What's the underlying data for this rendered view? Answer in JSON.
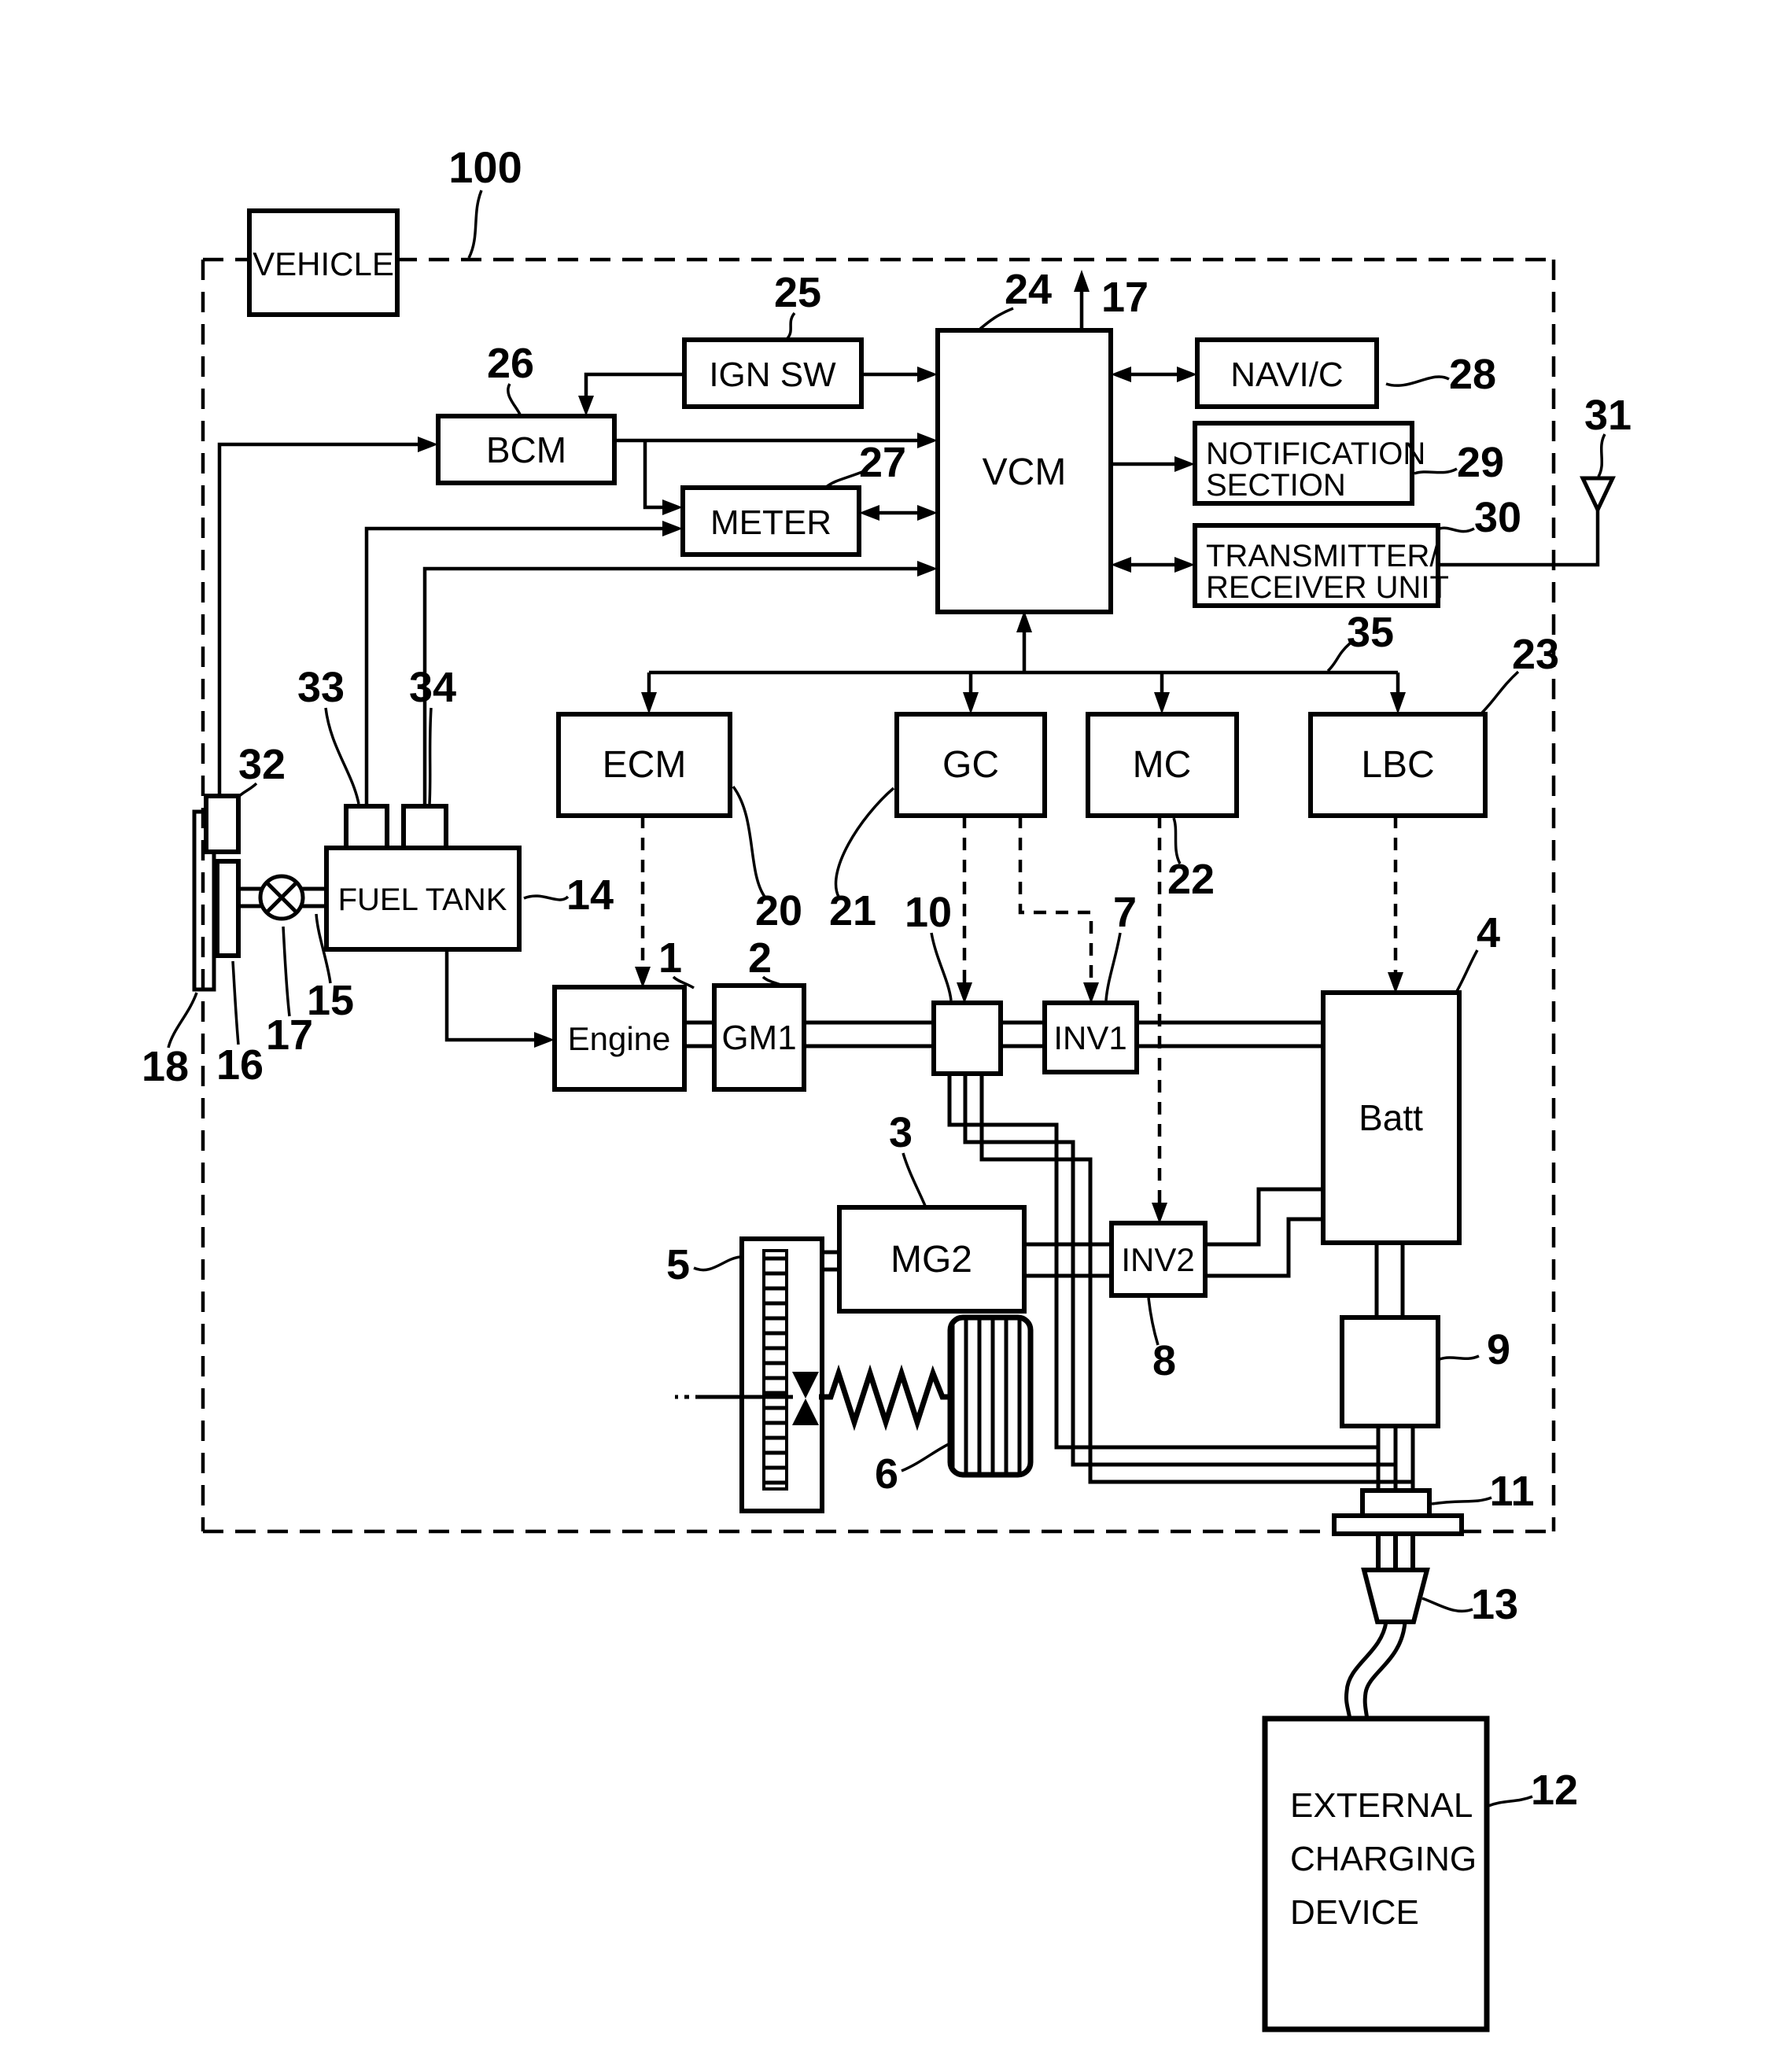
{
  "figure": {
    "kind": "patent-vehicle-system-block-diagram",
    "ink_color": "#000000",
    "background_color": "#ffffff",
    "boxes": {
      "vehicle": "VEHICLE",
      "ign_sw": "IGN SW",
      "bcm": "BCM",
      "meter": "METER",
      "vcm": "VCM",
      "navi": "NAVI/C",
      "notification": {
        "line1": "NOTIFICATION",
        "line2": "SECTION"
      },
      "transmitter": {
        "line1": "TRANSMITTER/",
        "line2": "RECEIVER UNIT"
      },
      "ecm": "ECM",
      "gc": "GC",
      "mc": "MC",
      "lbc": "LBC",
      "fuel_tank": "FUEL TANK",
      "engine": "Engine",
      "gm1": "GM1",
      "inv1": "INV1",
      "batt": "Batt",
      "mg2": "MG2",
      "inv2": "INV2",
      "ecd": {
        "line1": "EXTERNAL",
        "line2": "CHARGING",
        "line3": "DEVICE"
      }
    },
    "refs": {
      "r100": "100",
      "r25": "25",
      "r26": "26",
      "r27": "27",
      "r24": "24",
      "r17_top": "17",
      "r28": "28",
      "r29": "29",
      "r30": "30",
      "r31": "31",
      "r35": "35",
      "r23": "23",
      "r20": "20",
      "r21": "21",
      "r22": "22",
      "r4": "4",
      "r32": "32",
      "r33": "33",
      "r34": "34",
      "r14": "14",
      "r15": "15",
      "r17_valve": "17",
      "r16": "16",
      "r18": "18",
      "r1": "1",
      "r2": "2",
      "r10": "10",
      "r7": "7",
      "r3": "3",
      "r5": "5",
      "r6": "6",
      "r8": "8",
      "r9": "9",
      "r11": "11",
      "r13": "13",
      "r12": "12"
    }
  }
}
